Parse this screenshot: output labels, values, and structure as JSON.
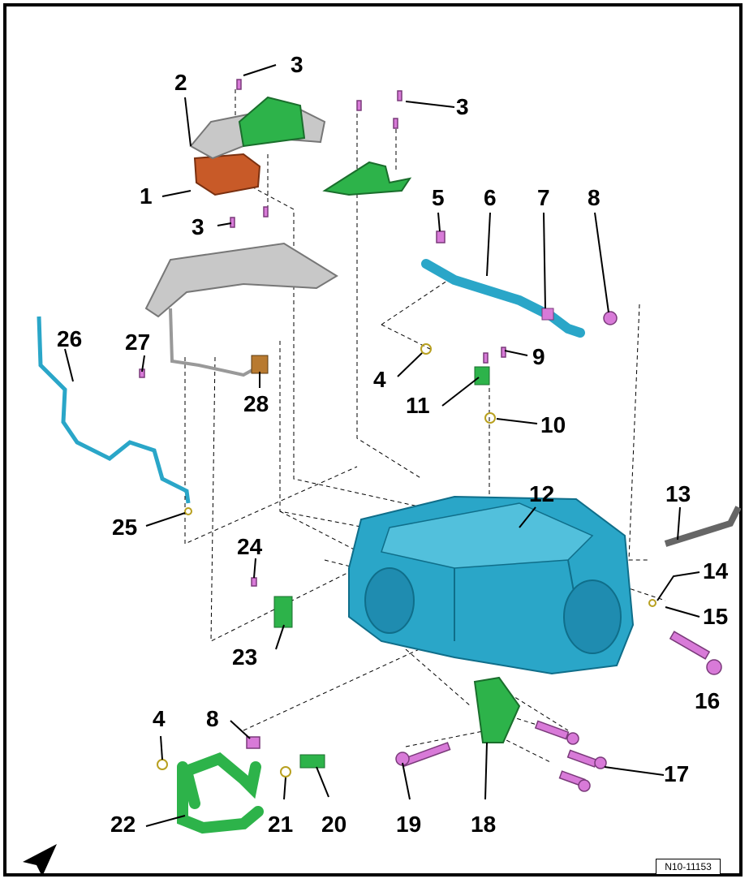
{
  "callouts": {
    "c1": "1",
    "c2": "2",
    "c3a": "3",
    "c3b": "3",
    "c3c": "3",
    "c4a": "4",
    "c4b": "4",
    "c5": "5",
    "c6": "6",
    "c7": "7",
    "c8a": "8",
    "c8b": "8",
    "c9": "9",
    "c10": "10",
    "c11": "11",
    "c12": "12",
    "c13": "13",
    "c14": "14",
    "c15": "15",
    "c16": "16",
    "c17": "17",
    "c18": "18",
    "c19": "19",
    "c20": "20",
    "c21": "21",
    "c22": "22",
    "c23": "23",
    "c24": "24",
    "c25": "25",
    "c26": "26",
    "c27": "27",
    "c28": "28"
  },
  "reference_code": "N10-11153",
  "colors": {
    "housing": "#2aa6c8",
    "bracket": "#2db34a",
    "bolt": "#d87ad8",
    "connector": "#c85a28",
    "shield": "#b8b8b8",
    "ring": "#e8d84a"
  },
  "icons": {
    "direction": "arrow-direction-icon"
  }
}
